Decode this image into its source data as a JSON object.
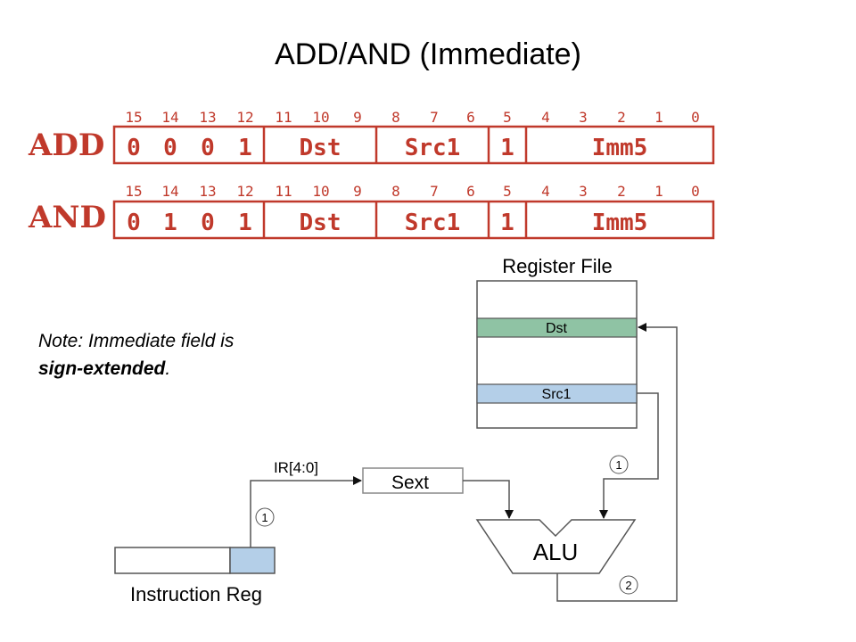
{
  "title": "ADD/AND (Immediate)",
  "bit_numbers": [
    "15",
    "14",
    "13",
    "12",
    "11",
    "10",
    "9",
    "8",
    "7",
    "6",
    "5",
    "4",
    "3",
    "2",
    "1",
    "0"
  ],
  "instructions": [
    {
      "mnemonic": "ADD",
      "opcode_bits": [
        "0",
        "0",
        "0",
        "1"
      ],
      "dst": "Dst",
      "src1": "Src1",
      "mode_bit": "1",
      "imm": "Imm5"
    },
    {
      "mnemonic": "AND",
      "opcode_bits": [
        "0",
        "1",
        "0",
        "1"
      ],
      "dst": "Dst",
      "src1": "Src1",
      "mode_bit": "1",
      "imm": "Imm5"
    }
  ],
  "note": {
    "line1": "Note: Immediate field is",
    "line2_bold": "sign-extended",
    "line2_rest": "."
  },
  "register_file": {
    "title": "Register File",
    "dst_label": "Dst",
    "src1_label": "Src1"
  },
  "datapath": {
    "ir_slice_label": "IR[4:0]",
    "sext_label": "Sext",
    "alu_label": "ALU",
    "instruction_reg_label": "Instruction Reg",
    "step_1": "1",
    "step_2": "2"
  },
  "colors": {
    "encoding_red": "#c0392b",
    "dst_green": "#8fc3a4",
    "src_blue": "#b4cfe8",
    "line_gray": "#555555"
  }
}
